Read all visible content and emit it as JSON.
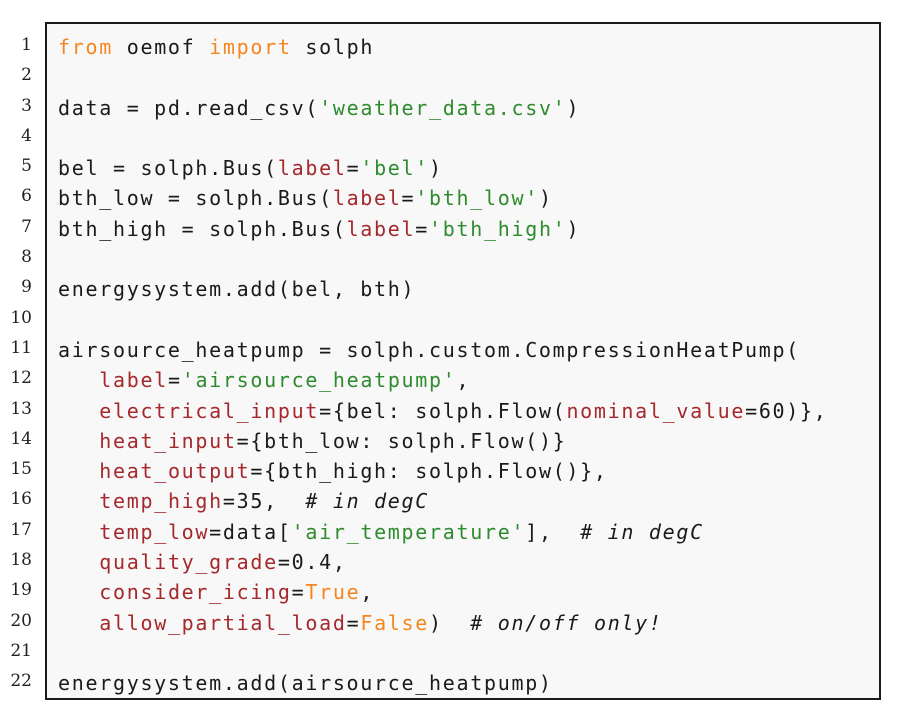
{
  "listing": {
    "language": "python",
    "colors": {
      "keyword": "#f5861f",
      "string": "#2e8b2e",
      "param": "#a5282c",
      "comment": "#1a1a1a",
      "plain": "#1a1a1a",
      "frame_border": "#1a1a1a",
      "frame_background": "#f8f8f8",
      "line_number": "#222222"
    },
    "lines": [
      {
        "number": "1",
        "tokens": [
          {
            "text": "from",
            "type": "keyword"
          },
          {
            "text": " oemof ",
            "type": "plain"
          },
          {
            "text": "import",
            "type": "keyword"
          },
          {
            "text": " solph",
            "type": "plain"
          }
        ]
      },
      {
        "number": "2",
        "tokens": []
      },
      {
        "number": "3",
        "tokens": [
          {
            "text": "data = pd.read_csv(",
            "type": "plain"
          },
          {
            "text": "'weather_data.csv'",
            "type": "string"
          },
          {
            "text": ")",
            "type": "plain"
          }
        ]
      },
      {
        "number": "4",
        "tokens": []
      },
      {
        "number": "5",
        "tokens": [
          {
            "text": "bel = solph.Bus(",
            "type": "plain"
          },
          {
            "text": "label",
            "type": "param"
          },
          {
            "text": "=",
            "type": "plain"
          },
          {
            "text": "'bel'",
            "type": "string"
          },
          {
            "text": ")",
            "type": "plain"
          }
        ]
      },
      {
        "number": "6",
        "tokens": [
          {
            "text": "bth_low = solph.Bus(",
            "type": "plain"
          },
          {
            "text": "label",
            "type": "param"
          },
          {
            "text": "=",
            "type": "plain"
          },
          {
            "text": "'bth_low'",
            "type": "string"
          },
          {
            "text": ")",
            "type": "plain"
          }
        ]
      },
      {
        "number": "7",
        "tokens": [
          {
            "text": "bth_high = solph.Bus(",
            "type": "plain"
          },
          {
            "text": "label",
            "type": "param"
          },
          {
            "text": "=",
            "type": "plain"
          },
          {
            "text": "'bth_high'",
            "type": "string"
          },
          {
            "text": ")",
            "type": "plain"
          }
        ]
      },
      {
        "number": "8",
        "tokens": []
      },
      {
        "number": "9",
        "tokens": [
          {
            "text": "energysystem.add(bel, bth)",
            "type": "plain"
          }
        ]
      },
      {
        "number": "10",
        "tokens": []
      },
      {
        "number": "11",
        "tokens": [
          {
            "text": "airsource_heatpump = solph.custom.CompressionHeatPump(",
            "type": "plain"
          }
        ]
      },
      {
        "number": "12",
        "tokens": [
          {
            "text": "   ",
            "type": "plain"
          },
          {
            "text": "label",
            "type": "param"
          },
          {
            "text": "=",
            "type": "plain"
          },
          {
            "text": "'airsource_heatpump'",
            "type": "string"
          },
          {
            "text": ",",
            "type": "plain"
          }
        ]
      },
      {
        "number": "13",
        "tokens": [
          {
            "text": "   ",
            "type": "plain"
          },
          {
            "text": "electrical_input",
            "type": "param"
          },
          {
            "text": "={bel: solph.Flow(",
            "type": "plain"
          },
          {
            "text": "nominal_value",
            "type": "param"
          },
          {
            "text": "=60)},",
            "type": "plain"
          }
        ]
      },
      {
        "number": "14",
        "tokens": [
          {
            "text": "   ",
            "type": "plain"
          },
          {
            "text": "heat_input",
            "type": "param"
          },
          {
            "text": "={bth_low: solph.Flow()}",
            "type": "plain"
          }
        ]
      },
      {
        "number": "15",
        "tokens": [
          {
            "text": "   ",
            "type": "plain"
          },
          {
            "text": "heat_output",
            "type": "param"
          },
          {
            "text": "={bth_high: solph.Flow()},",
            "type": "plain"
          }
        ]
      },
      {
        "number": "16",
        "tokens": [
          {
            "text": "   ",
            "type": "plain"
          },
          {
            "text": "temp_high",
            "type": "param"
          },
          {
            "text": "=35,  ",
            "type": "plain"
          },
          {
            "text": "# in degC",
            "type": "comment"
          }
        ]
      },
      {
        "number": "17",
        "tokens": [
          {
            "text": "   ",
            "type": "plain"
          },
          {
            "text": "temp_low",
            "type": "param"
          },
          {
            "text": "=data[",
            "type": "plain"
          },
          {
            "text": "'air_temperature'",
            "type": "string"
          },
          {
            "text": "],  ",
            "type": "plain"
          },
          {
            "text": "# in degC",
            "type": "comment"
          }
        ]
      },
      {
        "number": "18",
        "tokens": [
          {
            "text": "   ",
            "type": "plain"
          },
          {
            "text": "quality_grade",
            "type": "param"
          },
          {
            "text": "=0.4,",
            "type": "plain"
          }
        ]
      },
      {
        "number": "19",
        "tokens": [
          {
            "text": "   ",
            "type": "plain"
          },
          {
            "text": "consider_icing",
            "type": "param"
          },
          {
            "text": "=",
            "type": "plain"
          },
          {
            "text": "True",
            "type": "keyword"
          },
          {
            "text": ",",
            "type": "plain"
          }
        ]
      },
      {
        "number": "20",
        "tokens": [
          {
            "text": "   ",
            "type": "plain"
          },
          {
            "text": "allow_partial_load",
            "type": "param"
          },
          {
            "text": "=",
            "type": "plain"
          },
          {
            "text": "False",
            "type": "keyword"
          },
          {
            "text": ")  ",
            "type": "plain"
          },
          {
            "text": "# on/off only!",
            "type": "comment"
          }
        ]
      },
      {
        "number": "21",
        "tokens": []
      },
      {
        "number": "22",
        "tokens": [
          {
            "text": "energysystem.add(airsource_heatpump)",
            "type": "plain"
          }
        ]
      }
    ]
  }
}
